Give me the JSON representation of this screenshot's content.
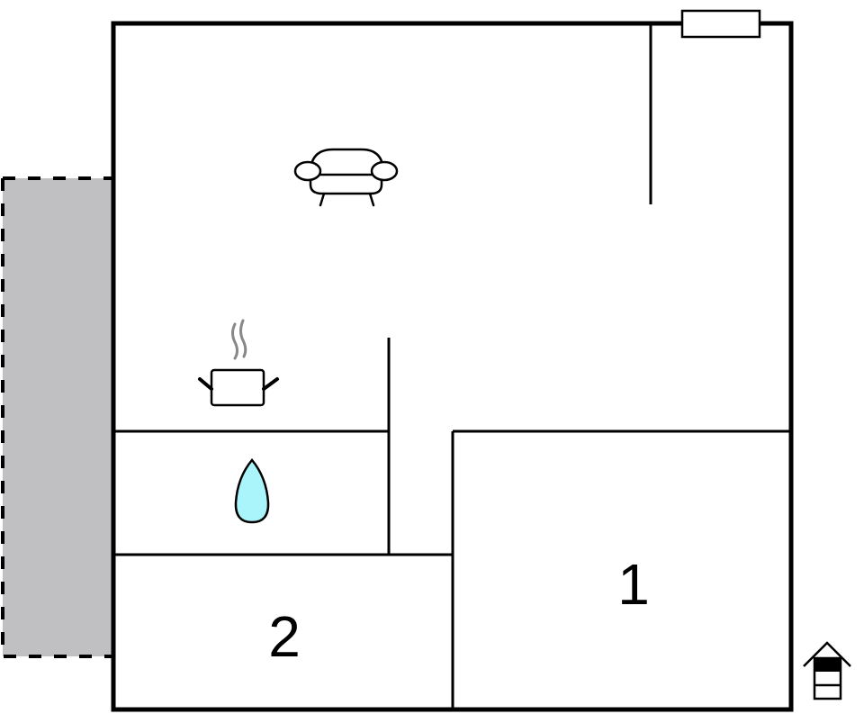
{
  "diagram": {
    "type": "floor-plan",
    "colors": {
      "wall": "#000000",
      "background": "#ffffff",
      "terrace_fill": "#c0c0c2",
      "water_drop_fill": "#aaf4fc",
      "steam": "#888888"
    },
    "rooms": [
      {
        "id": "living-room",
        "icon": "sofa-icon"
      },
      {
        "id": "kitchen",
        "icon": "cooking-pot-icon"
      },
      {
        "id": "bathroom",
        "icon": "water-drop-icon"
      },
      {
        "id": "bedroom-1",
        "label": "1"
      },
      {
        "id": "bedroom-2",
        "label": "2"
      },
      {
        "id": "terrace",
        "style": "dashed-gray"
      }
    ],
    "symbols": {
      "window": "window-icon",
      "floor_indicator": "floor-level-house-icon"
    }
  }
}
